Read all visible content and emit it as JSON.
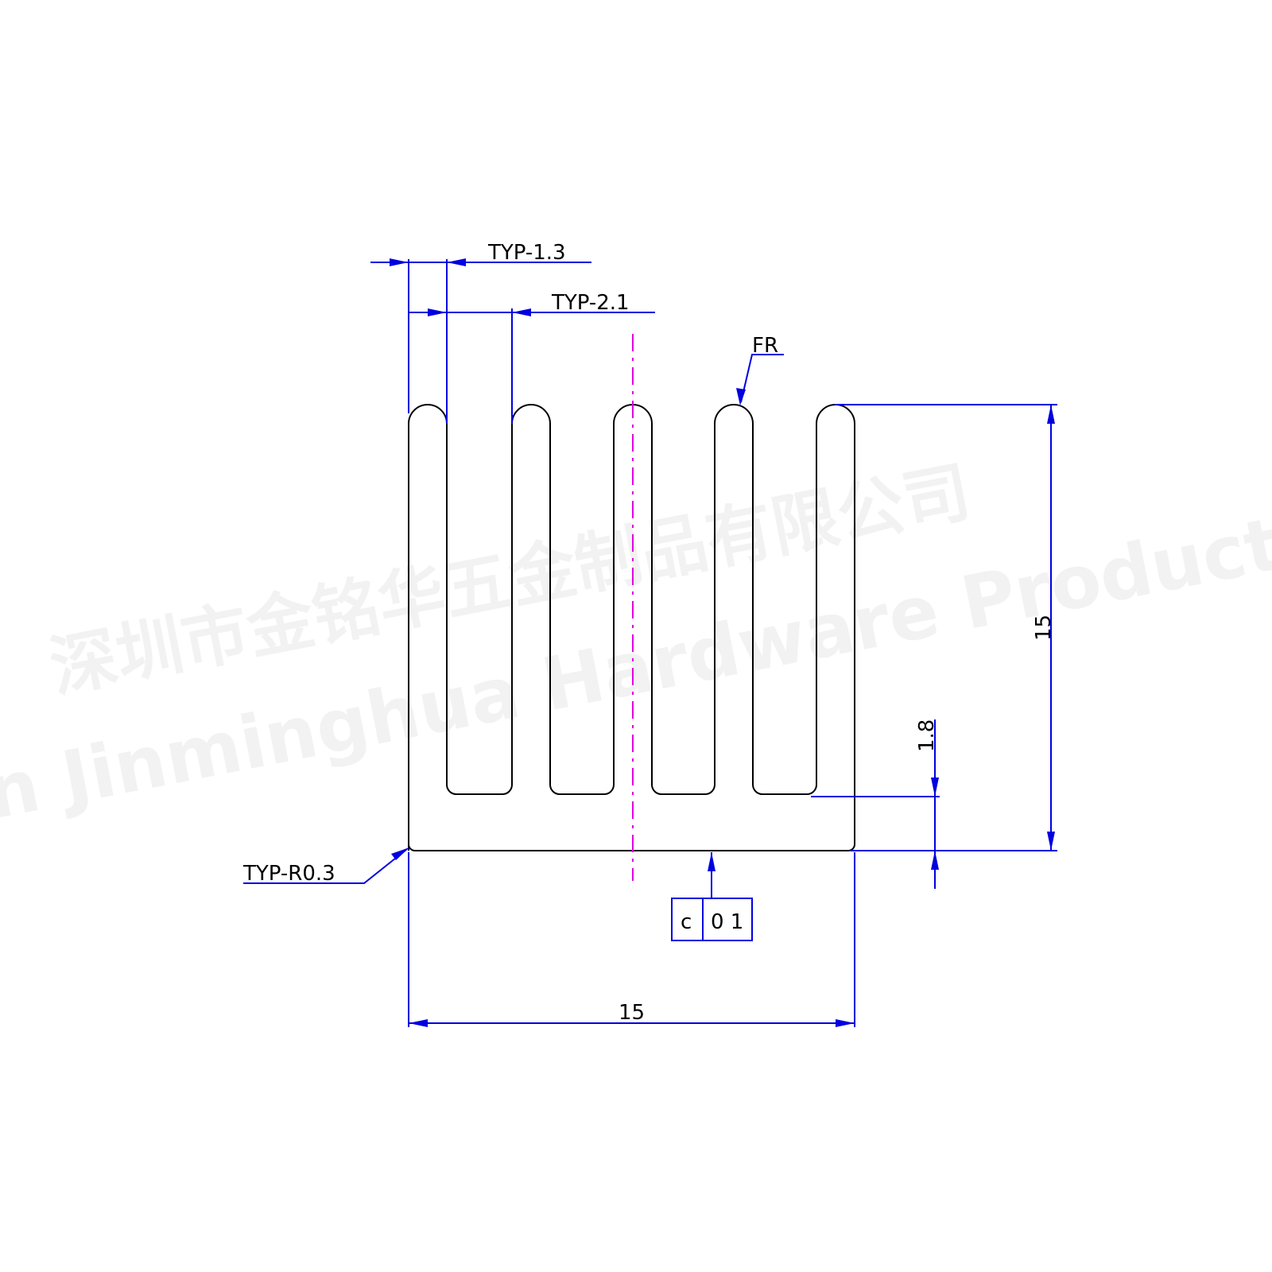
{
  "watermark": {
    "chinese": "深圳市金铭华五金制品有限公司",
    "english": "n Jinminghua Hardware Product"
  },
  "dimensions": {
    "fin_thickness": "TYP-1.3",
    "fin_gap": "TYP-2.1",
    "fin_tip_note": "FR",
    "corner_radius": "TYP-R0.3",
    "overall_width": "15",
    "overall_height": "15",
    "base_thickness": "1.8"
  },
  "flatness_callout": {
    "symbol": "c",
    "tolerance": "0 1"
  },
  "colors": {
    "profile": "#000000",
    "dimension": "#0000e0",
    "centerline": "#e000e0"
  }
}
